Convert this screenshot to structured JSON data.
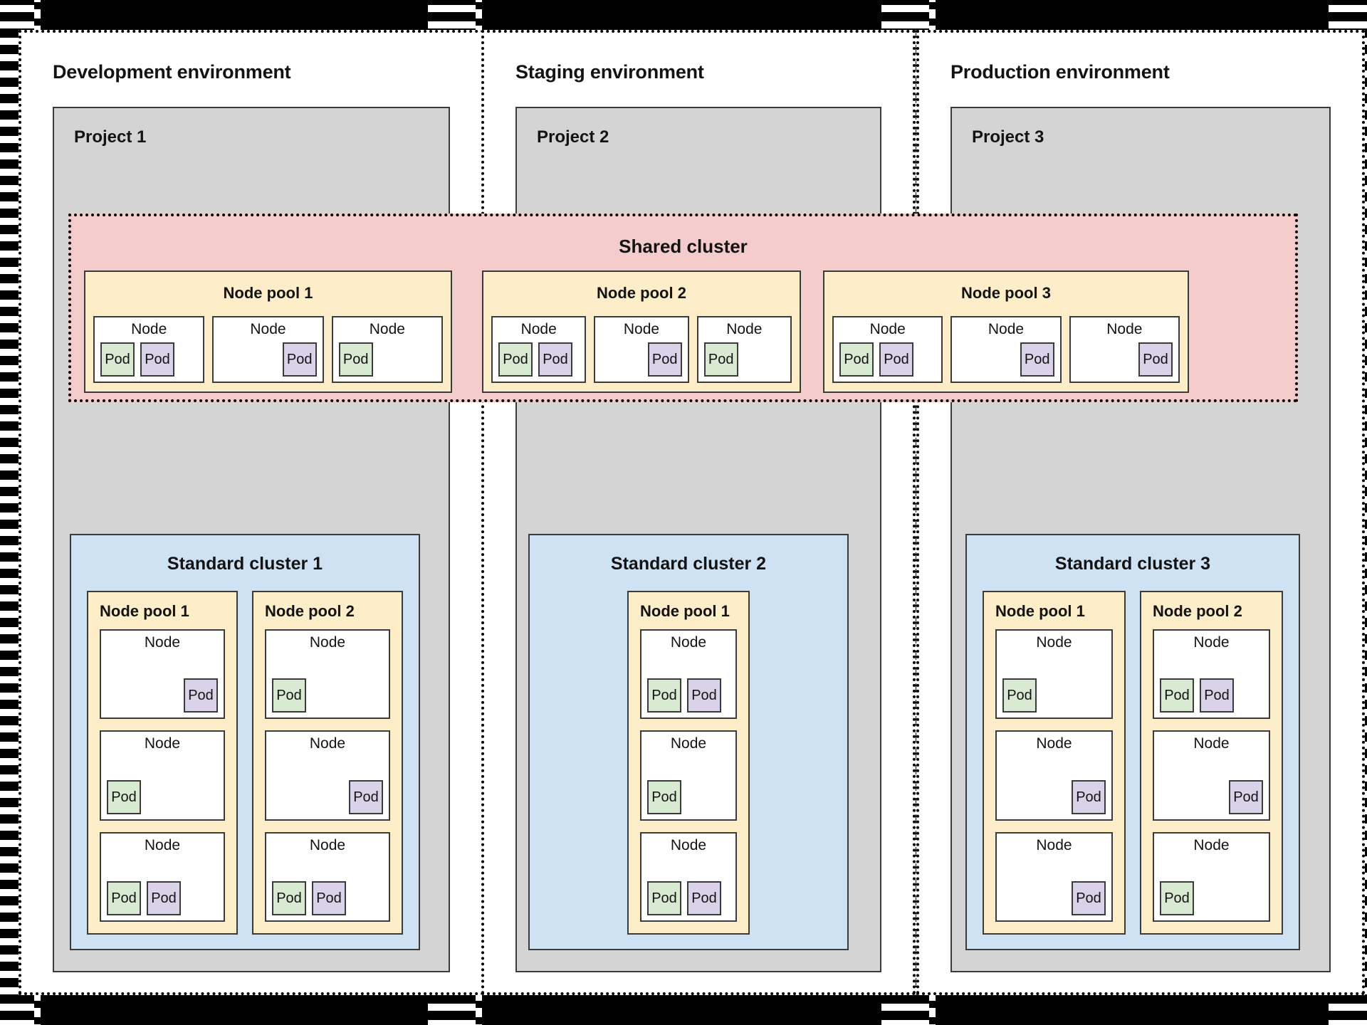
{
  "colors": {
    "background": "#000000",
    "environment_bg": "#ffffff",
    "project_bg": "#d4d4d4",
    "shared_cluster_bg": "#f4cccc",
    "standard_cluster_bg": "#cfe2f3",
    "node_pool_bg": "#fdedc9",
    "node_bg": "#ffffff",
    "pod_green": "#d9ead3",
    "pod_purple": "#d9d2e9",
    "stroke": "#3b3b3b"
  },
  "labels": {
    "node": "Node",
    "pod": "Pod"
  },
  "shared_cluster": {
    "title": "Shared cluster",
    "pools": [
      {
        "title": "Node pool 1",
        "nodes": [
          {
            "pods": [
              "green",
              "purple"
            ],
            "align": "left"
          },
          {
            "pods": [
              "purple"
            ],
            "align": "right"
          },
          {
            "pods": [
              "green"
            ],
            "align": "left"
          }
        ]
      },
      {
        "title": "Node pool 2",
        "nodes": [
          {
            "pods": [
              "green",
              "purple"
            ],
            "align": "left"
          },
          {
            "pods": [
              "purple"
            ],
            "align": "right"
          },
          {
            "pods": [
              "green"
            ],
            "align": "left"
          }
        ]
      },
      {
        "title": "Node pool 3",
        "nodes": [
          {
            "pods": [
              "green",
              "purple"
            ],
            "align": "left"
          },
          {
            "pods": [
              "purple"
            ],
            "align": "right"
          },
          {
            "pods": [
              "purple"
            ],
            "align": "right"
          }
        ]
      }
    ]
  },
  "environments": [
    {
      "title": "Development environment",
      "project": "Project 1",
      "standard_cluster": {
        "title": "Standard cluster 1",
        "pools": [
          {
            "title": "Node pool 1",
            "nodes": [
              {
                "pods": [
                  "purple"
                ],
                "align": "right"
              },
              {
                "pods": [
                  "green"
                ],
                "align": "left"
              },
              {
                "pods": [
                  "green",
                  "purple"
                ],
                "align": "left"
              }
            ]
          },
          {
            "title": "Node pool 2",
            "nodes": [
              {
                "pods": [
                  "green"
                ],
                "align": "left"
              },
              {
                "pods": [
                  "purple"
                ],
                "align": "right"
              },
              {
                "pods": [
                  "green",
                  "purple"
                ],
                "align": "left"
              }
            ]
          }
        ]
      }
    },
    {
      "title": "Staging environment",
      "project": "Project 2",
      "standard_cluster": {
        "title": "Standard cluster 2",
        "pools": [
          {
            "title": "Node pool 1",
            "nodes": [
              {
                "pods": [
                  "green",
                  "purple"
                ],
                "align": "left"
              },
              {
                "pods": [
                  "green"
                ],
                "align": "left"
              },
              {
                "pods": [
                  "green",
                  "purple"
                ],
                "align": "left"
              }
            ]
          }
        ]
      }
    },
    {
      "title": "Production environment",
      "project": "Project 3",
      "standard_cluster": {
        "title": "Standard cluster 3",
        "pools": [
          {
            "title": "Node pool 1",
            "nodes": [
              {
                "pods": [
                  "green"
                ],
                "align": "left"
              },
              {
                "pods": [
                  "purple"
                ],
                "align": "right"
              },
              {
                "pods": [
                  "purple"
                ],
                "align": "right"
              }
            ]
          },
          {
            "title": "Node pool 2",
            "nodes": [
              {
                "pods": [
                  "green",
                  "purple"
                ],
                "align": "left"
              },
              {
                "pods": [
                  "purple"
                ],
                "align": "right"
              },
              {
                "pods": [
                  "green"
                ],
                "align": "left"
              }
            ]
          }
        ]
      }
    }
  ]
}
